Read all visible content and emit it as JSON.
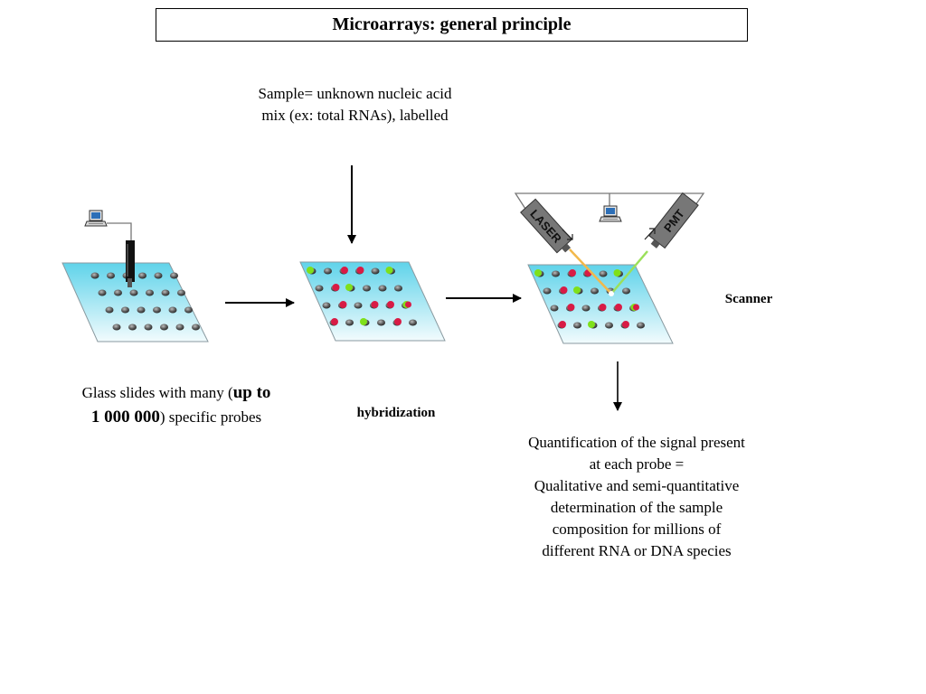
{
  "title": "Microarrays: general principle",
  "sample_text": {
    "line1": "Sample= unknown nucleic acid",
    "line2": "mix (ex: total RNAs), labelled"
  },
  "glass_slides_text": {
    "part1": "Glass slides with many (",
    "bold1": "up to",
    "bold2": "1 000 000",
    "part2": ") specific probes"
  },
  "hybridization_label": "hybridization",
  "scanner_label": "Scanner",
  "laser_label": "LASER",
  "pmt_label": "PMT",
  "quantification_text": [
    "Quantification of the signal present",
    "at each probe =",
    "Qualitative and semi-quantitative",
    "determination of the sample",
    "composition for millions of",
    "different RNA or DNA species"
  ],
  "colors": {
    "slide_top": "#5fd3ea",
    "slide_bottom": "#f2fbfd",
    "spot_dark": "#3a3a3a",
    "spot_red": "#d81b45",
    "spot_green": "#7fe01a",
    "laser_beam": "#f2b84b",
    "pmt_beam": "#9be05a"
  }
}
